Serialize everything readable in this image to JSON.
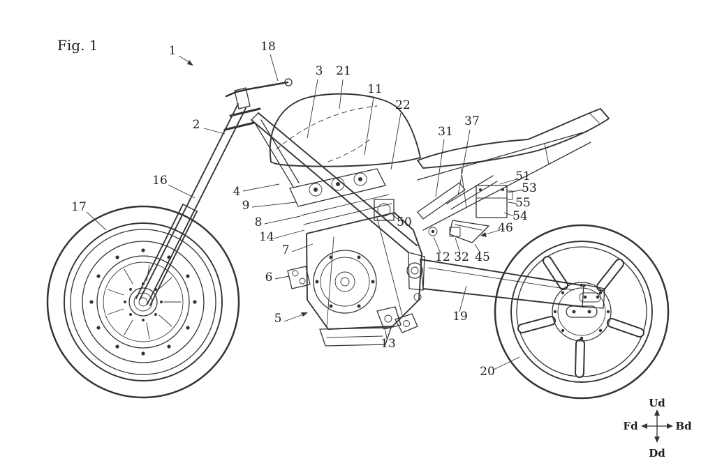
{
  "figure": {
    "title": "Fig. 1"
  },
  "labels": {
    "n1": "1",
    "n2": "2",
    "n3": "3",
    "n4": "4",
    "n5": "5",
    "n6": "6",
    "n7": "7",
    "n8": "8",
    "n9": "9",
    "n11": "11",
    "n12": "12",
    "n13": "13",
    "n14": "14",
    "n16": "16",
    "n17": "17",
    "n18": "18",
    "n19": "19",
    "n20": "20",
    "n21": "21",
    "n22": "22",
    "n31": "31",
    "n32": "32",
    "n37": "37",
    "n45": "45",
    "n46": "46",
    "n50": "50",
    "n51": "51",
    "n53": "53",
    "n54": "54",
    "n55": "55"
  },
  "compass": {
    "up": "Ud",
    "down": "Dd",
    "front": "Fd",
    "back": "Bd"
  },
  "colors": {
    "ink": "#333333",
    "paper": "#ffffff"
  }
}
